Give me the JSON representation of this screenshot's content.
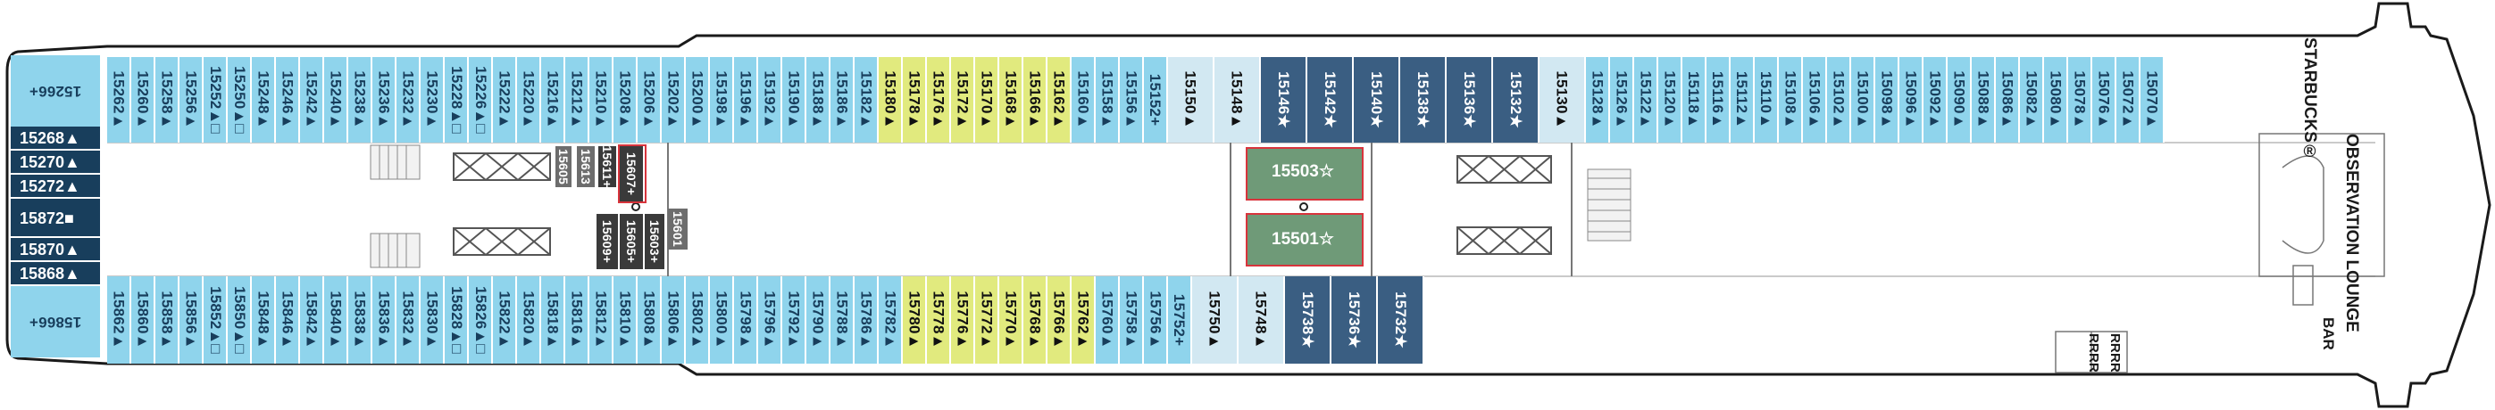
{
  "colors": {
    "light_blue": "#8fd4ec",
    "very_light_blue": "#d2e8f2",
    "lime": "#e1ea7e",
    "dark_blue": "#3a5e82",
    "navy": "#183e5c",
    "charcoal": "#3a3a3a",
    "gray": "#6d6d6d",
    "green": "#6f9a78",
    "red_outline": "#d8343c",
    "hull": "#1a1a1a"
  },
  "venues": {
    "starbucks": "STARBUCKS®",
    "observation_lounge": "OBSERVATION LOUNGE",
    "bar": "BAR",
    "restroom": "RR"
  },
  "aft_stack": [
    "15268▲",
    "15270▲",
    "15272▲",
    "15872■",
    "15870▲",
    "15868▲"
  ],
  "end_cabins": {
    "top": "15266+",
    "bottom": "15866+"
  },
  "center_cabins": [
    {
      "label": "15605",
      "color": "gray"
    },
    {
      "label": "15613",
      "color": "gray"
    },
    {
      "label": "15611+",
      "color": "charcoal"
    },
    {
      "label": "15607+",
      "color": "charcoal"
    },
    {
      "label": "15609+",
      "color": "charcoal"
    },
    {
      "label": "15605+",
      "color": "charcoal"
    },
    {
      "label": "15603+",
      "color": "charcoal"
    },
    {
      "label": "15601",
      "color": "gray"
    }
  ],
  "suites": {
    "upper": "15503☆",
    "lower": "15501☆"
  },
  "top_row": [
    {
      "label": "15262▲",
      "color": "light_blue"
    },
    {
      "label": "15260▲",
      "color": "light_blue"
    },
    {
      "label": "15258▲",
      "color": "light_blue"
    },
    {
      "label": "15256▲",
      "color": "light_blue"
    },
    {
      "label": "15252▲□",
      "color": "light_blue"
    },
    {
      "label": "15250▲□",
      "color": "light_blue"
    },
    {
      "label": "15248▲",
      "color": "light_blue"
    },
    {
      "label": "15246▲",
      "color": "light_blue"
    },
    {
      "label": "15242▲",
      "color": "light_blue"
    },
    {
      "label": "15240▲",
      "color": "light_blue"
    },
    {
      "label": "15238▲",
      "color": "light_blue"
    },
    {
      "label": "15236▲",
      "color": "light_blue"
    },
    {
      "label": "15232▲",
      "color": "light_blue"
    },
    {
      "label": "15230▲",
      "color": "light_blue"
    },
    {
      "label": "15228▲□",
      "color": "light_blue"
    },
    {
      "label": "15226▲□",
      "color": "light_blue"
    },
    {
      "label": "15222▲",
      "color": "light_blue"
    },
    {
      "label": "15220▲",
      "color": "light_blue"
    },
    {
      "label": "15216▲",
      "color": "light_blue"
    },
    {
      "label": "15212▲",
      "color": "light_blue"
    },
    {
      "label": "15210▲",
      "color": "light_blue"
    },
    {
      "label": "15208▲",
      "color": "light_blue"
    },
    {
      "label": "15206▲",
      "color": "light_blue"
    },
    {
      "label": "15202▲",
      "color": "light_blue"
    },
    {
      "label": "15200▲",
      "color": "light_blue"
    },
    {
      "label": "15198▲",
      "color": "light_blue"
    },
    {
      "label": "15196▲",
      "color": "light_blue"
    },
    {
      "label": "15192▲",
      "color": "light_blue"
    },
    {
      "label": "15190▲",
      "color": "light_blue"
    },
    {
      "label": "15188▲",
      "color": "light_blue"
    },
    {
      "label": "15186▲",
      "color": "light_blue"
    },
    {
      "label": "15182▲",
      "color": "light_blue"
    },
    {
      "label": "15180▲",
      "color": "lime"
    },
    {
      "label": "15178▲",
      "color": "lime"
    },
    {
      "label": "15176▲",
      "color": "lime"
    },
    {
      "label": "15172▲",
      "color": "lime"
    },
    {
      "label": "15170▲",
      "color": "lime"
    },
    {
      "label": "15168▲",
      "color": "lime"
    },
    {
      "label": "15166▲",
      "color": "lime"
    },
    {
      "label": "15162▲",
      "color": "lime"
    },
    {
      "label": "15160▲",
      "color": "light_blue"
    },
    {
      "label": "15158▲",
      "color": "light_blue"
    },
    {
      "label": "15156▲",
      "color": "light_blue"
    },
    {
      "label": "15152+",
      "color": "light_blue"
    },
    {
      "label": "15150▲",
      "color": "very_light_blue"
    },
    {
      "label": "15148▲",
      "color": "very_light_blue"
    },
    {
      "label": "15146★",
      "color": "dark_blue"
    },
    {
      "label": "15142★",
      "color": "dark_blue"
    },
    {
      "label": "15140★",
      "color": "dark_blue"
    },
    {
      "label": "15138★",
      "color": "dark_blue"
    },
    {
      "label": "15136★",
      "color": "dark_blue"
    },
    {
      "label": "15132★",
      "color": "dark_blue"
    },
    {
      "label": "15130▲",
      "color": "very_light_blue"
    },
    {
      "label": "15128▲",
      "color": "light_blue"
    },
    {
      "label": "15126▲",
      "color": "light_blue"
    },
    {
      "label": "15122▲",
      "color": "light_blue"
    },
    {
      "label": "15120▲",
      "color": "light_blue"
    },
    {
      "label": "15118▲",
      "color": "light_blue"
    },
    {
      "label": "15116▲",
      "color": "light_blue"
    },
    {
      "label": "15112▲",
      "color": "light_blue"
    },
    {
      "label": "15110▲",
      "color": "light_blue"
    },
    {
      "label": "15108▲",
      "color": "light_blue"
    },
    {
      "label": "15106▲",
      "color": "light_blue"
    },
    {
      "label": "15102▲",
      "color": "light_blue"
    },
    {
      "label": "15100▲",
      "color": "light_blue"
    },
    {
      "label": "15098▲",
      "color": "light_blue"
    },
    {
      "label": "15096▲",
      "color": "light_blue"
    },
    {
      "label": "15092▲",
      "color": "light_blue"
    },
    {
      "label": "15090▲",
      "color": "light_blue"
    },
    {
      "label": "15088▲",
      "color": "light_blue"
    },
    {
      "label": "15086▲",
      "color": "light_blue"
    },
    {
      "label": "15082▲",
      "color": "light_blue"
    },
    {
      "label": "15080▲",
      "color": "light_blue"
    },
    {
      "label": "15078▲",
      "color": "light_blue"
    },
    {
      "label": "15076▲",
      "color": "light_blue"
    },
    {
      "label": "15072▲",
      "color": "light_blue"
    },
    {
      "label": "15070▲",
      "color": "light_blue"
    }
  ],
  "bottom_row": [
    {
      "label": "15862▲",
      "color": "light_blue"
    },
    {
      "label": "15860▲",
      "color": "light_blue"
    },
    {
      "label": "15858▲",
      "color": "light_blue"
    },
    {
      "label": "15856▲",
      "color": "light_blue"
    },
    {
      "label": "15852▲□",
      "color": "light_blue"
    },
    {
      "label": "15850▲□",
      "color": "light_blue"
    },
    {
      "label": "15848▲",
      "color": "light_blue"
    },
    {
      "label": "15846▲",
      "color": "light_blue"
    },
    {
      "label": "15842▲",
      "color": "light_blue"
    },
    {
      "label": "15840▲",
      "color": "light_blue"
    },
    {
      "label": "15838▲",
      "color": "light_blue"
    },
    {
      "label": "15836▲",
      "color": "light_blue"
    },
    {
      "label": "15832▲",
      "color": "light_blue"
    },
    {
      "label": "15830▲",
      "color": "light_blue"
    },
    {
      "label": "15828▲□",
      "color": "light_blue"
    },
    {
      "label": "15826▲□",
      "color": "light_blue"
    },
    {
      "label": "15822▲",
      "color": "light_blue"
    },
    {
      "label": "15820▲",
      "color": "light_blue"
    },
    {
      "label": "15818▲",
      "color": "light_blue"
    },
    {
      "label": "15816▲",
      "color": "light_blue"
    },
    {
      "label": "15812▲",
      "color": "light_blue"
    },
    {
      "label": "15810▲",
      "color": "light_blue"
    },
    {
      "label": "15808▲",
      "color": "light_blue"
    },
    {
      "label": "15806▲",
      "color": "light_blue"
    },
    {
      "label": "15802▲",
      "color": "light_blue"
    },
    {
      "label": "15800▲",
      "color": "light_blue"
    },
    {
      "label": "15798▲",
      "color": "light_blue"
    },
    {
      "label": "15796▲",
      "color": "light_blue"
    },
    {
      "label": "15792▲",
      "color": "light_blue"
    },
    {
      "label": "15790▲",
      "color": "light_blue"
    },
    {
      "label": "15788▲",
      "color": "light_blue"
    },
    {
      "label": "15786▲",
      "color": "light_blue"
    },
    {
      "label": "15782▲",
      "color": "light_blue"
    },
    {
      "label": "15780▲",
      "color": "lime"
    },
    {
      "label": "15778▲",
      "color": "lime"
    },
    {
      "label": "15776▲",
      "color": "lime"
    },
    {
      "label": "15772▲",
      "color": "lime"
    },
    {
      "label": "15770▲",
      "color": "lime"
    },
    {
      "label": "15768▲",
      "color": "lime"
    },
    {
      "label": "15766▲",
      "color": "lime"
    },
    {
      "label": "15762▲",
      "color": "lime"
    },
    {
      "label": "15760▲",
      "color": "light_blue"
    },
    {
      "label": "15758▲",
      "color": "light_blue"
    },
    {
      "label": "15756▲",
      "color": "light_blue"
    },
    {
      "label": "15752+",
      "color": "light_blue"
    },
    {
      "label": "15750▲",
      "color": "very_light_blue"
    },
    {
      "label": "15748▲",
      "color": "very_light_blue"
    },
    {
      "label": "15738★",
      "color": "dark_blue"
    },
    {
      "label": "15736★",
      "color": "dark_blue"
    },
    {
      "label": "15732★",
      "color": "dark_blue"
    }
  ]
}
